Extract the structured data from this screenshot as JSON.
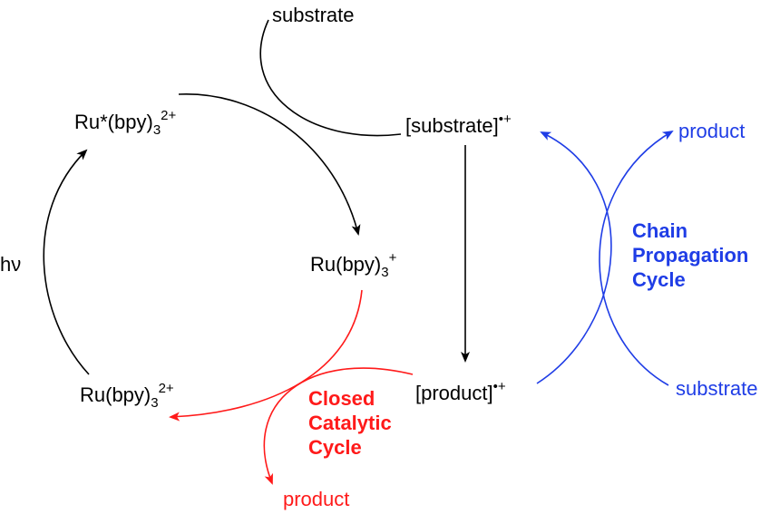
{
  "colors": {
    "black": "#000000",
    "red": "#ff1a1a",
    "blue": "#1f3de6"
  },
  "labels": {
    "substrate_top": "substrate",
    "ru_star": {
      "main": "Ru*(bpy)",
      "sub": "3",
      "sup": "2+"
    },
    "substrate_radical": {
      "main": "[substrate]",
      "sup": "•+"
    },
    "product_top_right": "product",
    "hv": "hν",
    "ru_bpy3_plus": {
      "main": "Ru(bpy)",
      "sub": "3",
      "sup": "+"
    },
    "chain_cycle": [
      "Chain",
      "Propagation",
      "Cycle"
    ],
    "ru_bpy3_2plus": {
      "main": "Ru(bpy)",
      "sub": "3",
      "sup": "2+"
    },
    "closed_cycle": [
      "Closed",
      "Catalytic",
      "Cycle"
    ],
    "product_radical": {
      "main": "[product]",
      "sup": "•+"
    },
    "substrate_bottom_right": "substrate",
    "product_bottom": "product"
  }
}
